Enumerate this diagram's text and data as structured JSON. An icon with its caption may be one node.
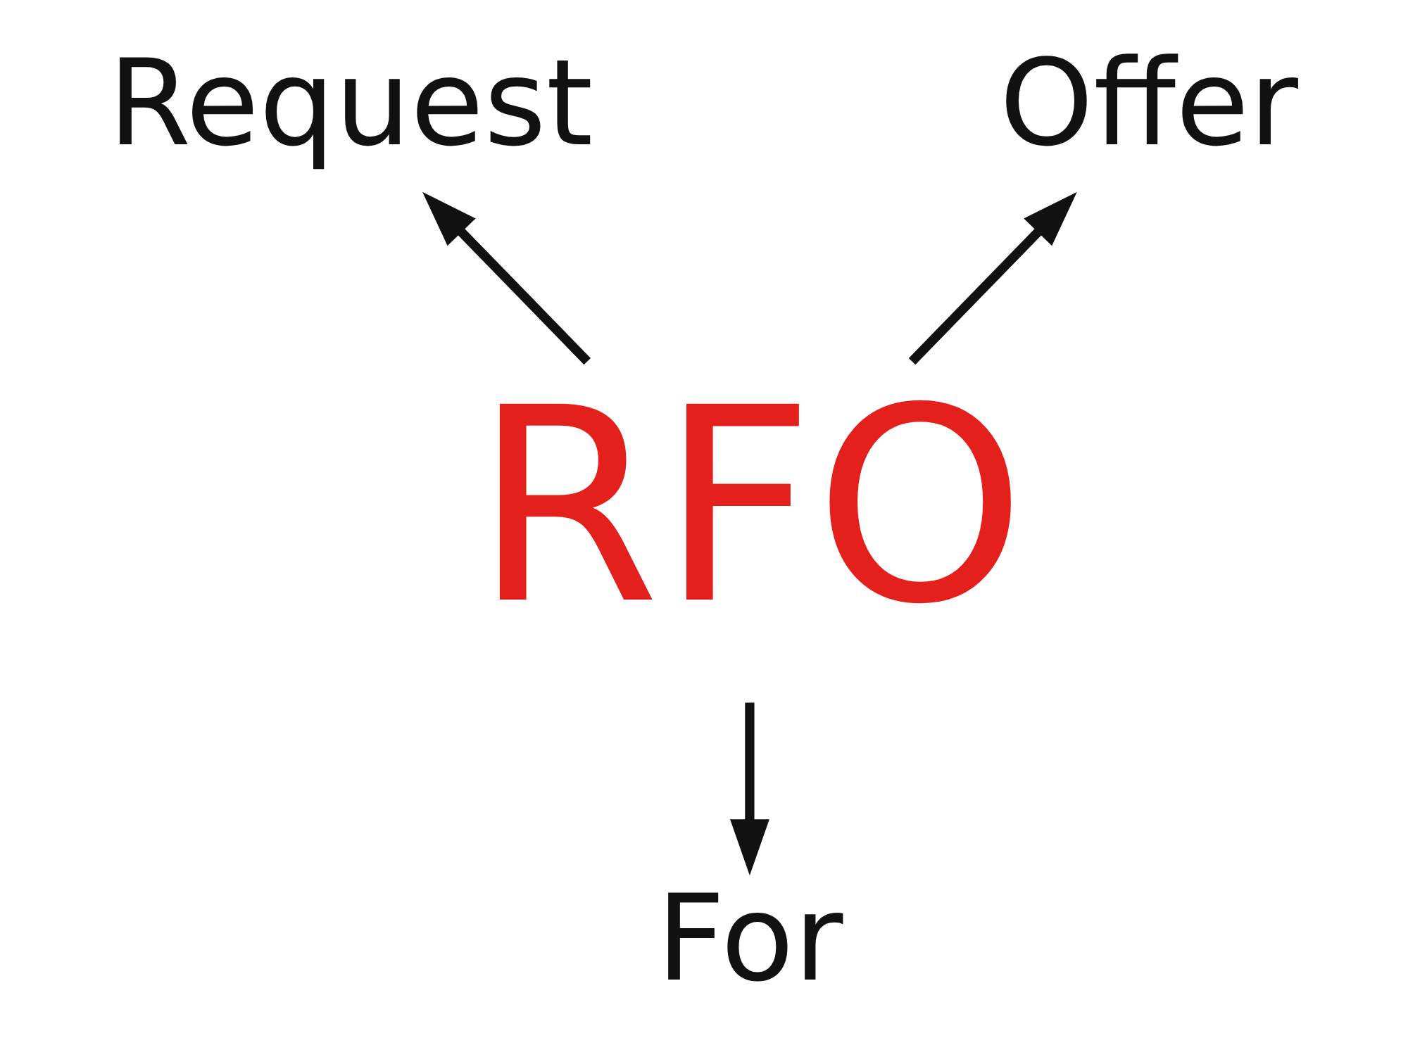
{
  "diagram": {
    "nodes": [
      {
        "text": [
          "RFO"
        ]
      },
      {
        "text": [
          "Request"
        ]
      },
      {
        "text": [
          "Offer"
        ]
      },
      {
        "text": [
          "For"
        ]
      }
    ],
    "edges": [
      {
        "from": 0,
        "to": 1,
        "arrow": "to"
      },
      {
        "from": 0,
        "to": 2,
        "arrow": "to"
      },
      {
        "from": 0,
        "to": 3,
        "arrow": "to"
      }
    ]
  }
}
